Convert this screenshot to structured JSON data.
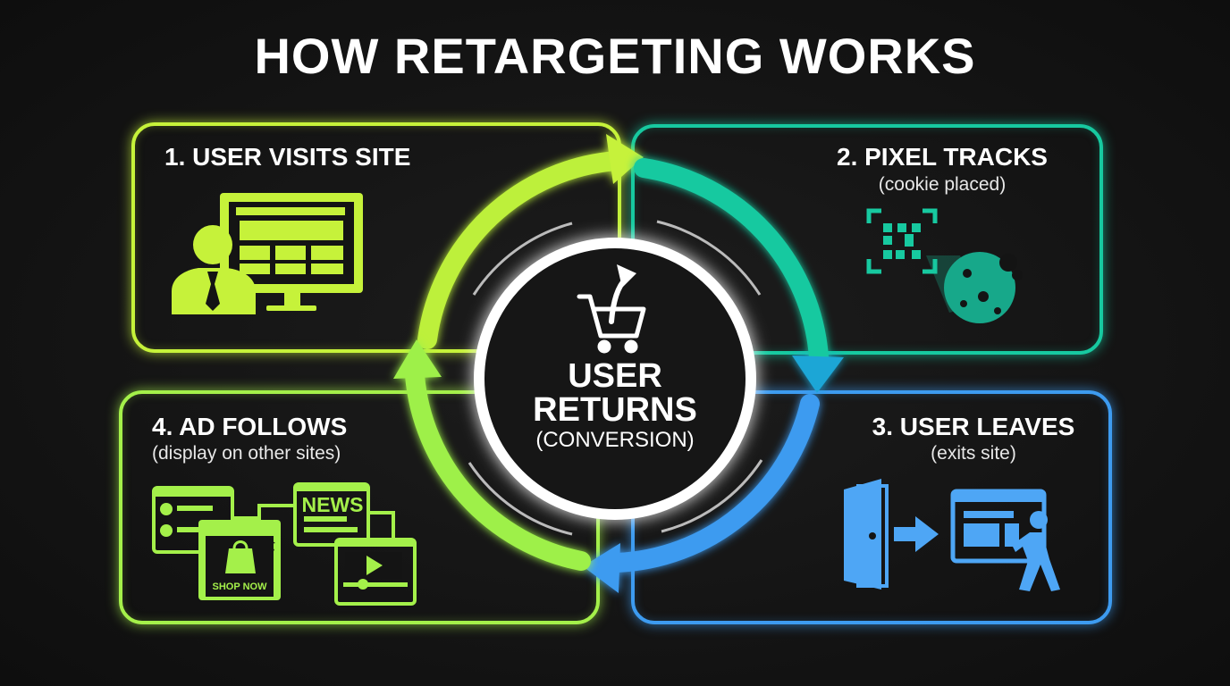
{
  "title": "HOW RETARGETING WORKS",
  "steps": [
    {
      "title": "1. USER VISITS SITE",
      "subtitle": ""
    },
    {
      "title": "2. PIXEL TRACKS",
      "subtitle": "(cookie placed)"
    },
    {
      "title": "3. USER LEAVES",
      "subtitle": "(exits site)"
    },
    {
      "title": "4. AD FOLLOWS",
      "subtitle": "(display on other sites)"
    }
  ],
  "center": {
    "line1": "USER",
    "line2": "RETURNS",
    "line3": "(CONVERSION)"
  },
  "ads": {
    "news_label": "NEWS",
    "shop_label": "SHOP NOW"
  },
  "colors": {
    "step1": "#c6f23a",
    "step2": "#17c9a0",
    "step3": "#3d9bf0",
    "step4": "#a4f04a",
    "background": "#141414",
    "center_ring": "#ffffff"
  },
  "icons": {
    "step1": "user-at-monitor-icon",
    "step2": "scanner-cookie-icon",
    "step3": "door-exit-walking-icon",
    "step4": "ad-windows-icon",
    "center": "cart-up-arrow-icon"
  }
}
